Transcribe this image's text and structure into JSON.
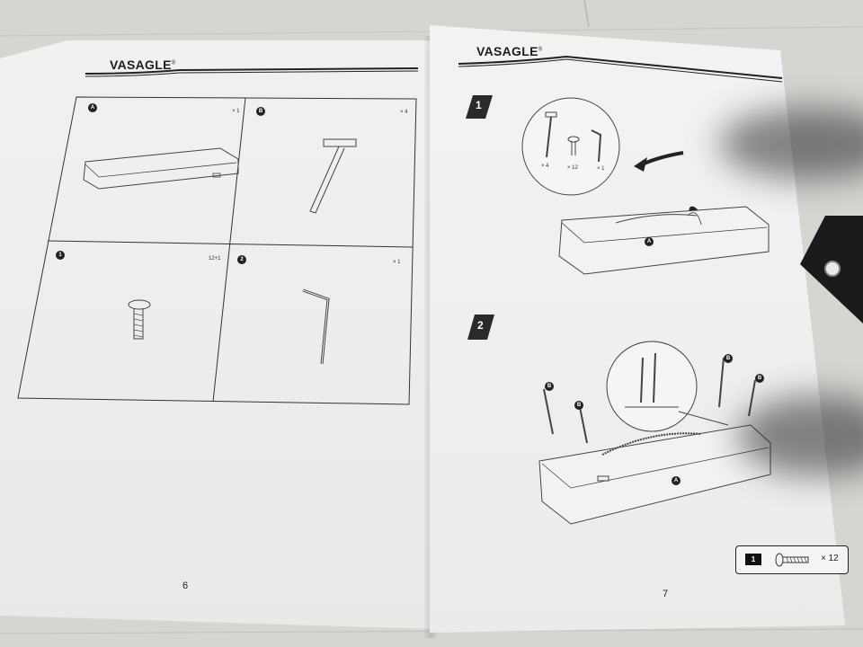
{
  "scene": "booklet",
  "brand": "VASAGLE",
  "trademark": "®",
  "left_page": {
    "page_number": "6",
    "parts": [
      {
        "label": "A",
        "count": "× 1"
      },
      {
        "label": "B",
        "count": "× 4"
      },
      {
        "label": "1",
        "count": "12+1"
      },
      {
        "label": "2",
        "count": "× 1"
      }
    ]
  },
  "right_page": {
    "page_number": "7",
    "steps": [
      {
        "number": "1",
        "items": [
          {
            "count": "× 4"
          },
          {
            "count": "× 12"
          },
          {
            "count": "× 1"
          }
        ],
        "part_label": "A"
      },
      {
        "number": "2",
        "leg_label": "B",
        "part_label": "A"
      }
    ],
    "legend": {
      "part": "1",
      "qty": "× 12"
    }
  }
}
